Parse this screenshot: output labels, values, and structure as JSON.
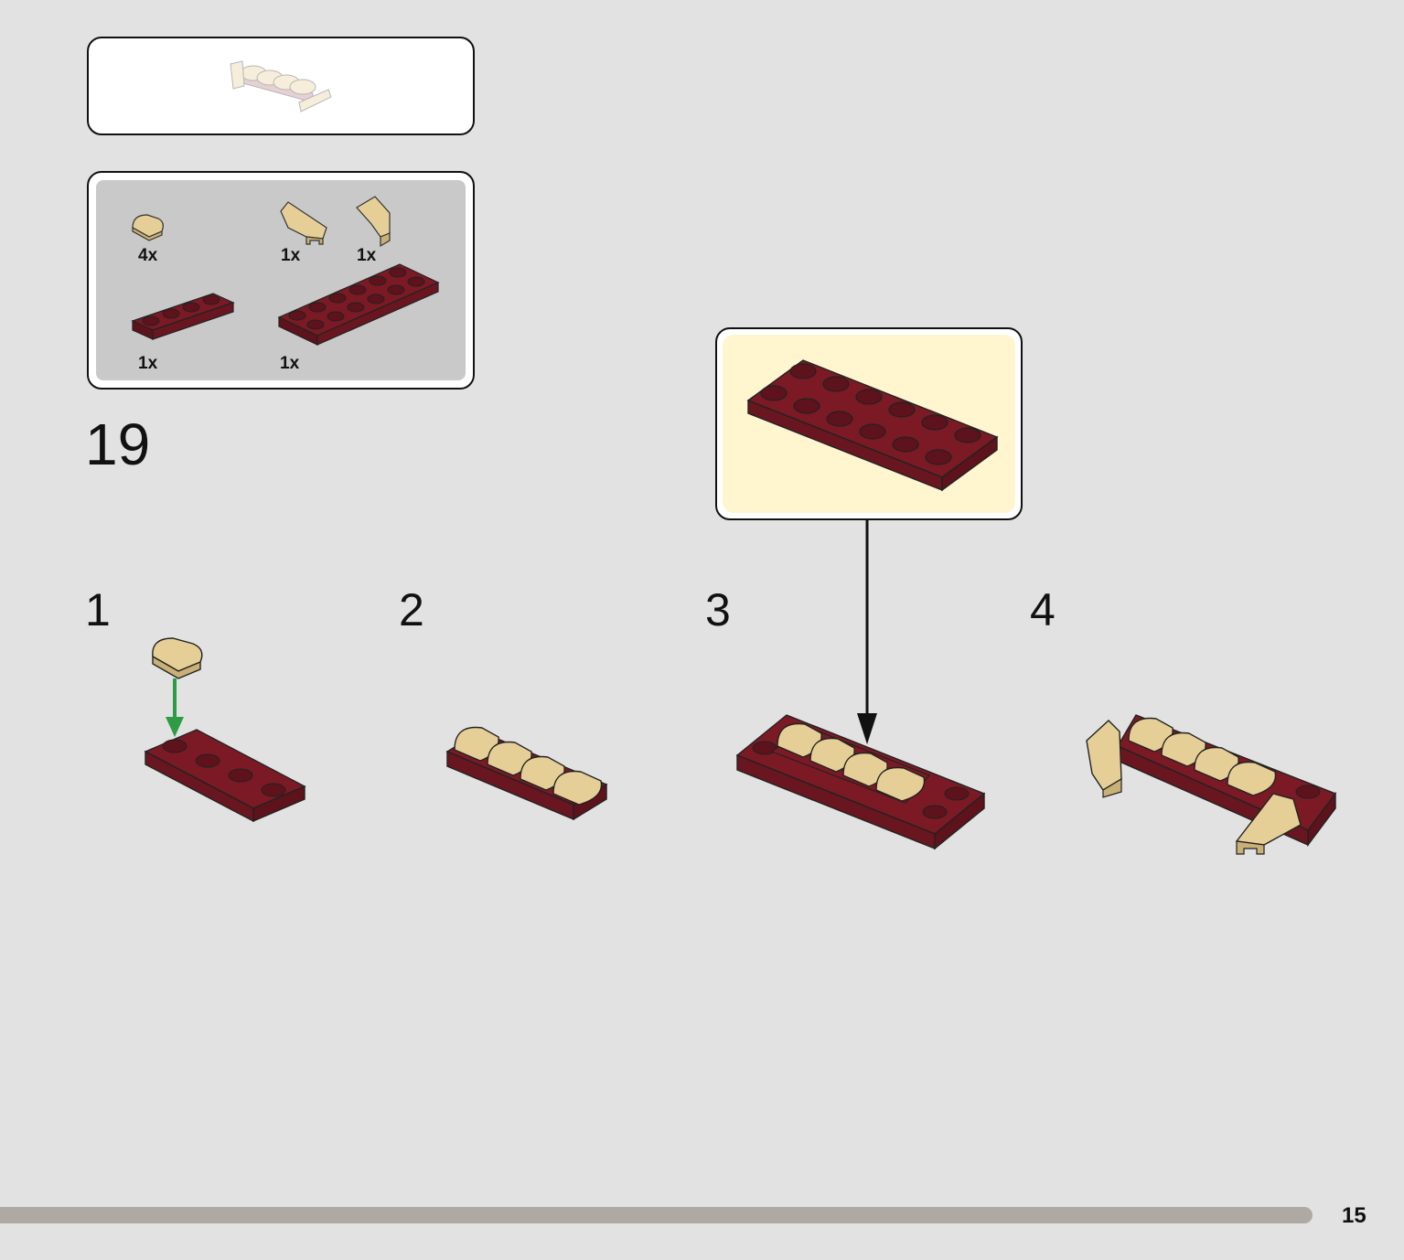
{
  "page": {
    "number": "15",
    "progress_percent": 93
  },
  "step": {
    "number": "19"
  },
  "parts": [
    {
      "id": "tile-round-tan",
      "qty": "4x"
    },
    {
      "id": "wedge-right-tan",
      "qty": "1x"
    },
    {
      "id": "wedge-left-tan",
      "qty": "1x"
    },
    {
      "id": "plate-1x4-darkred",
      "qty": "1x"
    },
    {
      "id": "plate-2x6-darkred",
      "qty": "1x"
    }
  ],
  "substeps": [
    {
      "label": "1"
    },
    {
      "label": "2"
    },
    {
      "label": "3"
    },
    {
      "label": "4"
    }
  ],
  "colors": {
    "dark_red": "#7b1a24",
    "dark_red_shade": "#5e121b",
    "tan": "#e6cf96",
    "tan_shade": "#c9b077",
    "callout_bg": "#fff5cf",
    "arrow_green": "#2e9b45",
    "progress": "#aeaaa3"
  },
  "icons": [
    "arrow-down-green-icon",
    "arrow-down-black-icon"
  ]
}
